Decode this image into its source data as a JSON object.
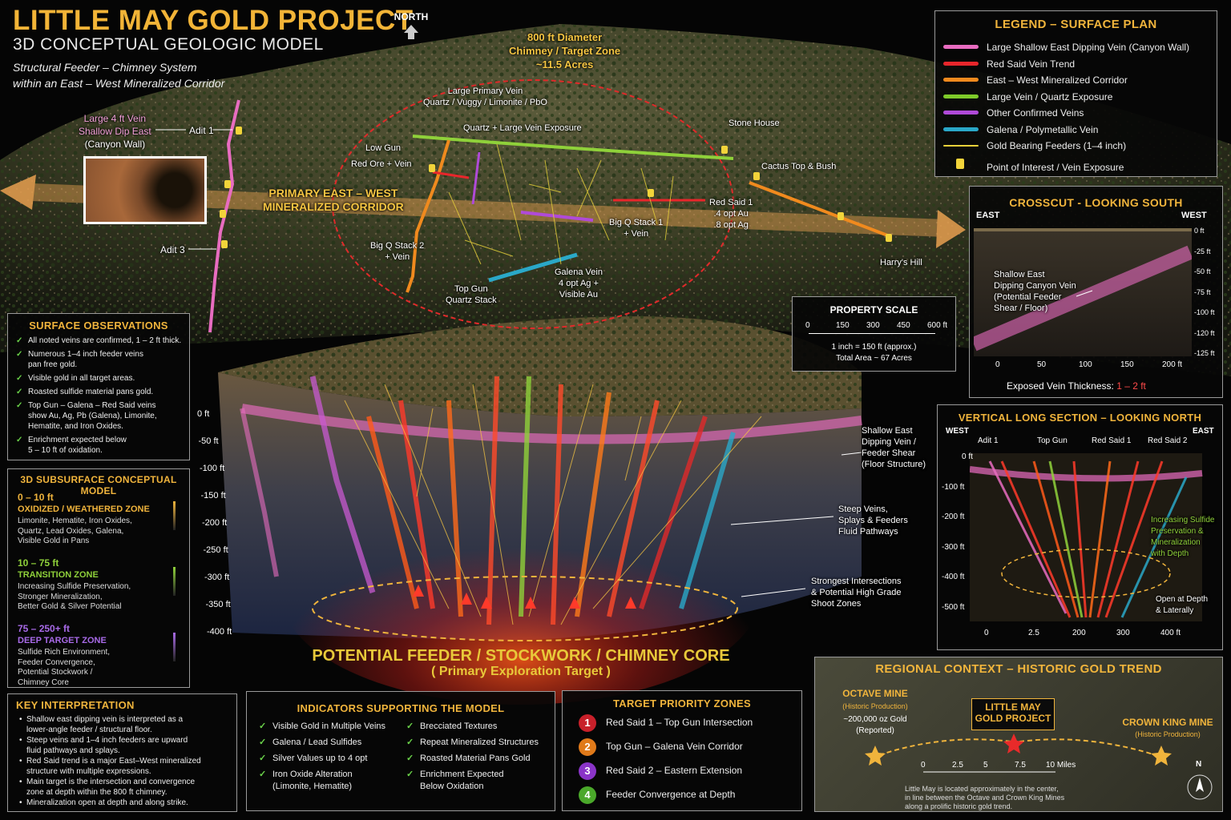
{
  "header": {
    "title": "LITTLE MAY GOLD PROJECT",
    "subtitle": "3D CONCEPTUAL GEOLOGIC MODEL",
    "tagline_1": "Structural Feeder – Chimney System",
    "tagline_2": "within an East – West Mineralized Corridor",
    "north": "NORTH"
  },
  "map_labels": {
    "chimney_1": "800 ft Diameter",
    "chimney_2": "Chimney / Target Zone",
    "chimney_3": "~11.5 Acres",
    "vein_4ft_1": "Large 4 ft Vein",
    "vein_4ft_2": "Shallow Dip East",
    "vein_4ft_3": "(Canyon Wall)",
    "adit1": "Adit 1",
    "adit3": "Adit 3",
    "primary_vein_1": "Large Primary Vein",
    "primary_vein_2": "Quartz / Vuggy / Limonite / PbO",
    "quartz_exposure": "Quartz + Large Vein Exposure",
    "low_gun": "Low Gun",
    "red_ore": "Red Ore + Vein",
    "corridor_1": "PRIMARY EAST – WEST",
    "corridor_2": "MINERALIZED CORRIDOR",
    "stone_house": "Stone House",
    "cactus_top": "Cactus Top & Bush",
    "red_said1_1": "Red Said 1",
    "red_said1_2": ".4 opt Au",
    "red_said1_3": ".8 opt Ag",
    "big_q1_1": "Big Q Stack 1",
    "big_q1_2": "+ Vein",
    "big_q2_1": "Big Q Stack 2",
    "big_q2_2": "+ Vein",
    "galena_1": "Galena Vein",
    "galena_2": "4 opt Ag +",
    "galena_3": "Visible Au",
    "top_gun_1": "Top Gun",
    "top_gun_2": "Quartz Stack",
    "harrys_hill": "Harry's Hill"
  },
  "legend": {
    "title": "LEGEND – SURFACE PLAN",
    "items": [
      {
        "label": "Large Shallow East Dipping Vein (Canyon Wall)",
        "color": "#e86cc0"
      },
      {
        "label": "Red Said Vein Trend",
        "color": "#e8262b"
      },
      {
        "label": "East – West Mineralized Corridor",
        "color": "#f08a1e"
      },
      {
        "label": "Large Vein / Quartz Exposure",
        "color": "#7ecb2a"
      },
      {
        "label": "Other Confirmed Veins",
        "color": "#b04ad8"
      },
      {
        "label": "Galena / Polymetallic Vein",
        "color": "#2aa8c8"
      },
      {
        "label": "Gold Bearing Feeders (1–4 inch)",
        "color": "#e8d23a"
      },
      {
        "label": "Point of Interest / Vein Exposure",
        "color": "#f2d43a"
      }
    ]
  },
  "crosscut": {
    "title": "CROSSCUT - LOOKING SOUTH",
    "east": "EAST",
    "west": "WEST",
    "depth_ticks": [
      "0 ft",
      "-25 ft",
      "-50 ft",
      "-75 ft",
      "-100 ft",
      "-120 ft",
      "-125 ft"
    ],
    "x_ticks": [
      "0",
      "50",
      "100",
      "150",
      "200 ft"
    ],
    "vein_note_1": "Shallow East",
    "vein_note_2": "Dipping Canyon Vein",
    "vein_note_3": "(Potential Feeder",
    "vein_note_4": "Shear / Floor)",
    "thickness_label": "Exposed Vein Thickness:",
    "thickness_value": "1 – 2 ft"
  },
  "scale": {
    "title": "PROPERTY SCALE",
    "ticks": [
      "0",
      "150",
      "300",
      "450",
      "600 ft"
    ],
    "note_1": "1 inch = 150 ft (approx.)",
    "note_2": "Total Area ~ 67 Acres"
  },
  "surface_obs": {
    "title": "SURFACE OBSERVATIONS",
    "items": [
      "All noted veins are confirmed, 1 – 2 ft thick.",
      "Numerous 1–4 inch feeder veins|pan free gold.",
      "Visible gold in all target areas.",
      "Roasted sulfide material pans gold.",
      "Top Gun – Galena – Red Said veins|show Au, Ag, Pb (Galena), Limonite,|Hematite, and Iron Oxides.",
      "Enrichment expected below|5 – 10 ft of oxidation."
    ]
  },
  "subsurface": {
    "title": "3D SUBSURFACE CONCEPTUAL MODEL",
    "zones": [
      {
        "range": "0 – 10 ft",
        "name": "OXIDIZED / WEATHERED ZONE",
        "color": "#f0b43c",
        "desc": [
          "Limonite, Hematite, Iron Oxides,",
          "Quartz, Lead Oxides, Galena,",
          "Visible Gold in Pans"
        ]
      },
      {
        "range": "10 – 75 ft",
        "name": "TRANSITION ZONE",
        "color": "#8fd13a",
        "desc": [
          "Increasing Sulfide Preservation,",
          "Stronger Mineralization,",
          "Better Gold & Silver Potential"
        ]
      },
      {
        "range": "75 – 250+ ft",
        "name": "DEEP TARGET ZONE",
        "color": "#a86ae8",
        "desc": [
          "Sulfide Rich Environment,",
          "Feeder Convergence,",
          "Potential Stockwork /",
          "Chimney Core"
        ]
      }
    ]
  },
  "block": {
    "depth_ticks": [
      "0 ft",
      "-50 ft",
      "-100 ft",
      "-150 ft",
      "-200 ft",
      "-250 ft",
      "-300 ft",
      "-350 ft",
      "-400 ft"
    ],
    "shallow_1": "Shallow East",
    "shallow_2": "Dipping Vein /",
    "shallow_3": "Feeder Shear",
    "shallow_4": "(Floor Structure)",
    "steep_1": "Steep Veins,",
    "steep_2": "Splays & Feeders",
    "steep_3": "Fluid Pathways",
    "strong_1": "Strongest Intersections",
    "strong_2": "& Potential High Grade",
    "strong_3": "Shoot Zones",
    "core_title": "POTENTIAL FEEDER / STOCKWORK / CHIMNEY CORE",
    "core_sub": "( Primary Exploration Target )"
  },
  "long_section": {
    "title": "VERTICAL LONG SECTION – LOOKING NORTH",
    "west": "WEST",
    "east": "EAST",
    "tops": [
      "Adit 1",
      "Top Gun",
      "Red Said 1",
      "Red Said 2"
    ],
    "depth_ticks": [
      "0 ft",
      "-100 ft",
      "-200 ft",
      "-300 ft",
      "-400 ft",
      "-500 ft"
    ],
    "x_ticks": [
      "0",
      "2.5",
      "200",
      "300",
      "400 ft"
    ],
    "note_a_1": "Increasing Sulfide",
    "note_a_2": "Preservation &",
    "note_a_3": "Mineralization",
    "note_a_4": "with Depth",
    "note_b_1": "Open at Depth",
    "note_b_2": "& Laterally"
  },
  "key_interp": {
    "title": "KEY INTERPRETATION",
    "items": [
      "Shallow east dipping vein is interpreted as a|lower-angle feeder / structural floor.",
      "Steep veins and 1–4 inch feeders are upward|fluid pathways and splays.",
      "Red Said trend is a major East–West mineralized|structure with multiple expressions.",
      "Main target is the intersection and convergence|zone at depth within the 800 ft chimney.",
      "Mineralization open at depth and along strike."
    ]
  },
  "indicators": {
    "title": "INDICATORS SUPPORTING THE MODEL",
    "left": [
      "Visible Gold in Multiple Veins",
      "Galena / Lead Sulfides",
      "Silver Values up to 4 opt",
      "Iron Oxide Alteration|(Limonite, Hematite)"
    ],
    "right": [
      "Brecciated Textures",
      "Repeat Mineralized Structures",
      "Roasted Material Pans Gold",
      "Enrichment Expected|Below Oxidation"
    ]
  },
  "targets": {
    "title": "TARGET PRIORITY ZONES",
    "items": [
      {
        "num": "1",
        "label": "Red Said 1 – Top Gun Intersection",
        "color": "#c8202a"
      },
      {
        "num": "2",
        "label": "Top Gun – Galena Vein Corridor",
        "color": "#e07a1a"
      },
      {
        "num": "3",
        "label": "Red Said 2 – Eastern Extension",
        "color": "#8a34c8"
      },
      {
        "num": "4",
        "label": "Feeder Convergence at Depth",
        "color": "#4aa82a"
      }
    ]
  },
  "regional": {
    "title": "REGIONAL CONTEXT – HISTORIC GOLD TREND",
    "octave": "OCTAVE MINE",
    "octave_sub": "(Historic Production)",
    "octave_gold_1": "~200,000 oz Gold",
    "octave_gold_2": "(Reported)",
    "lm_1": "LITTLE MAY",
    "lm_2": "GOLD PROJECT",
    "crown": "CROWN KING MINE",
    "crown_sub": "(Historic Production)",
    "ticks": [
      "0",
      "2.5",
      "5",
      "7.5",
      "10 Miles"
    ],
    "note_1": "Little May is located approximately in the center,",
    "note_2": "in line between the Octave and Crown King Mines",
    "note_3": "along a prolific historic gold trend.",
    "north": "N"
  }
}
